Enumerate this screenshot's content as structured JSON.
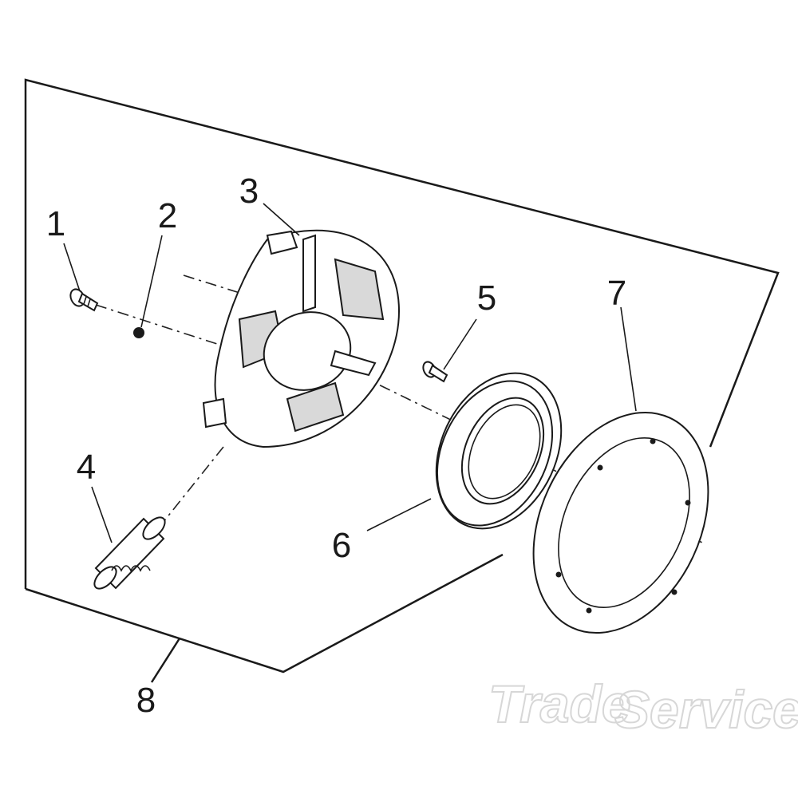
{
  "callouts": {
    "c1": "1",
    "c2": "2",
    "c3": "3",
    "c4": "4",
    "c5": "5",
    "c6": "6",
    "c7": "7",
    "c8": "8"
  },
  "watermark": {
    "left": "Trade",
    "right": "Service"
  }
}
